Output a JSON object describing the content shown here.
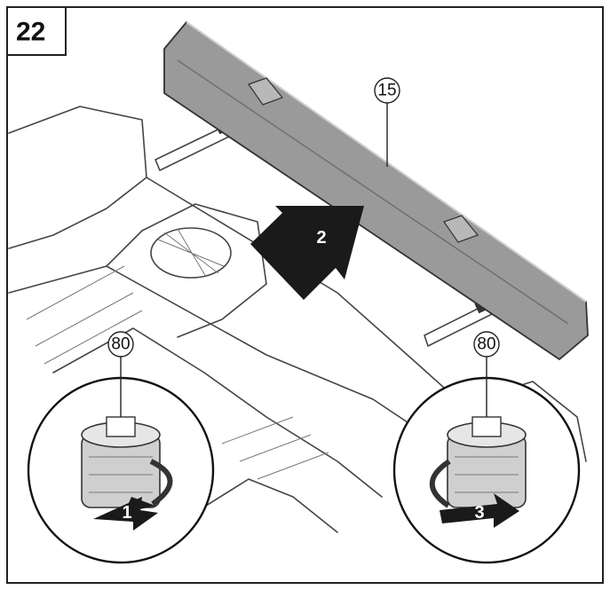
{
  "figure": {
    "number": "22",
    "callouts": {
      "part_15": "15",
      "part_80_left": "80",
      "part_80_right": "80"
    },
    "steps": {
      "step_1": "1",
      "step_2": "2",
      "step_3": "3"
    },
    "colors": {
      "guard": "#9a9a9a",
      "arrow": "#1a1a1a",
      "line": "#444444"
    }
  }
}
